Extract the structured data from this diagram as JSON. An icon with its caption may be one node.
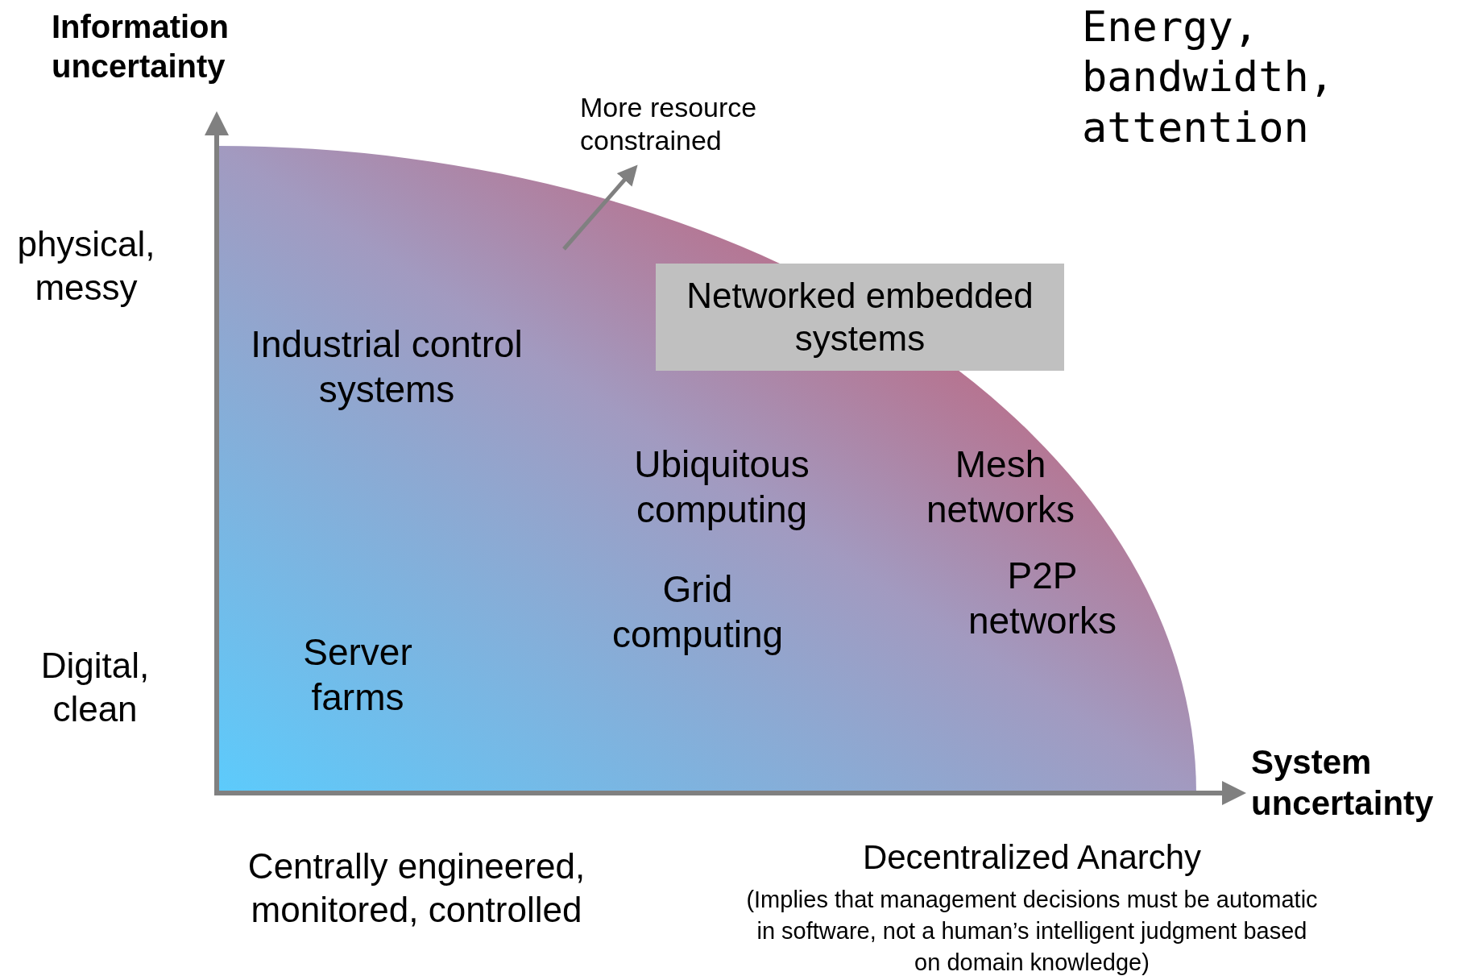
{
  "diagram": {
    "nodes": [
      {
        "text": [
          "Industrial control systems",
          "Ubiquitous computing",
          "Mesh networks",
          "Server farms",
          "Grid computing",
          "P2P networks"
        ]
      },
      {
        "text": [
          "Networked embedded systems"
        ],
        "in": 0
      }
    ],
    "labels": [
      "Information uncertainty",
      "Energy, bandwidth, attention",
      "More resource constrained",
      "physical, messy",
      "Digital, clean",
      "System uncertainty",
      "Centrally engineered, monitored, controlled",
      "Decentralized Anarchy",
      "(Implies that management decisions must be automatic in software, not a human’s intelligent judgment based on domain knowledge)"
    ]
  }
}
